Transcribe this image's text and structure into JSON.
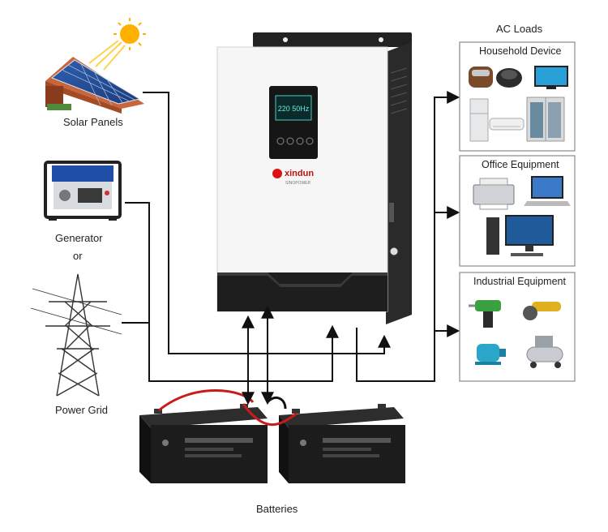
{
  "sources": {
    "solar": "Solar Panels",
    "generator": "Generator",
    "or": "or",
    "grid": "Power Grid"
  },
  "batteries_label": "Batteries",
  "ac_loads": {
    "title": "AC Loads",
    "household": "Household Device",
    "office": "Office Equipment",
    "industrial": "Industrial Equipment"
  },
  "inverter": {
    "brand": "xindun",
    "brand_sub": "SINOPOWER",
    "lcd_readout": "220  50Hz"
  },
  "colors": {
    "line": "#111111",
    "battery_cable_red": "#cc1a1a",
    "battery_body": "#1c1c1c",
    "inverter_front": "#f4f4f4",
    "inverter_side": "#2a2a2a",
    "box_border": "#8a8a8a"
  },
  "icons": [
    "sun-icon",
    "solar-panel-icon",
    "generator-icon",
    "power-tower-icon",
    "battery-icon",
    "rice-cooker-icon",
    "microwave-icon",
    "tv-icon",
    "fridge-icon",
    "air-conditioner-icon",
    "printer-icon",
    "laptop-icon",
    "desktop-computer-icon",
    "drill-icon",
    "angle-grinder-icon",
    "motor-icon",
    "air-compressor-icon"
  ]
}
